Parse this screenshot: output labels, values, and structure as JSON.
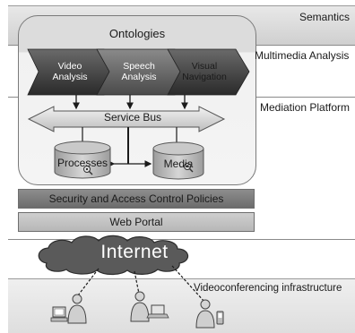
{
  "layers": {
    "semantics": "Semantics",
    "multimedia": "Multimedia Analysis",
    "mediation": "Mediation Platform",
    "videoconf": "Videoconferencing infrastructure"
  },
  "ontologies": "Ontologies",
  "analysis_steps": [
    {
      "line1": "Video",
      "line2": "Analysis"
    },
    {
      "line1": "Speech",
      "line2": "Analysis"
    },
    {
      "line1": "Visual",
      "line2": "Navigation"
    }
  ],
  "service_bus": "Service Bus",
  "stores": {
    "processes": "Processes",
    "media": "Media"
  },
  "security_bar": "Security and Access Control Policies",
  "web_portal": "Web Portal",
  "internet": "Internet",
  "clients": {
    "desktop_icon": "desktop-user-icon",
    "laptop_icon": "laptop-user-icon",
    "mobile_icon": "mobile-user-icon"
  },
  "colors": {
    "chevron_dark": "#2e2e2e",
    "cloud": "#5a5a5a",
    "security_bar": "#7a7a7a",
    "portal_bar": "#c2c2c2"
  }
}
